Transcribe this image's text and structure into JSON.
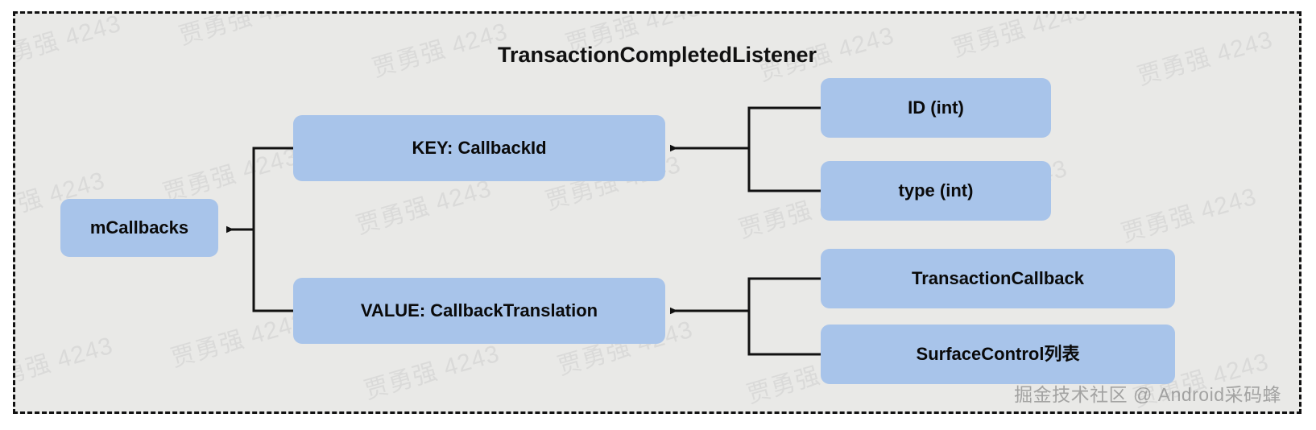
{
  "diagram": {
    "type": "block-diagram",
    "title": "TransactionCompletedListener",
    "container_style": "dashed-border",
    "colors": {
      "node_fill": "#a8c4ea",
      "container_bg": "#e9e9e7",
      "line": "#111111",
      "text": "#0a0a0a"
    },
    "nodes": {
      "mcallbacks": "mCallbacks",
      "key": "KEY: CallbackId",
      "value": "VALUE: CallbackTranslation",
      "id_int": "ID (int)",
      "type_int": "type (int)",
      "transaction_callback": "TransactionCallback",
      "surfacecontrol_list": "SurfaceControl列表"
    },
    "connections": [
      {
        "from": "key",
        "to": "mcallbacks",
        "arrow": "left"
      },
      {
        "from": "value",
        "to": "mcallbacks",
        "arrow": "left"
      },
      {
        "from": "id_int",
        "to": "key",
        "arrow": "left"
      },
      {
        "from": "type_int",
        "to": "key",
        "arrow": "left"
      },
      {
        "from": "transaction_callback",
        "to": "value",
        "arrow": "left"
      },
      {
        "from": "surfacecontrol_list",
        "to": "value",
        "arrow": "left"
      }
    ]
  },
  "watermarks": {
    "background_text": "贾勇强 4243",
    "credit": "掘金技术社区 @ Android采码蜂"
  }
}
